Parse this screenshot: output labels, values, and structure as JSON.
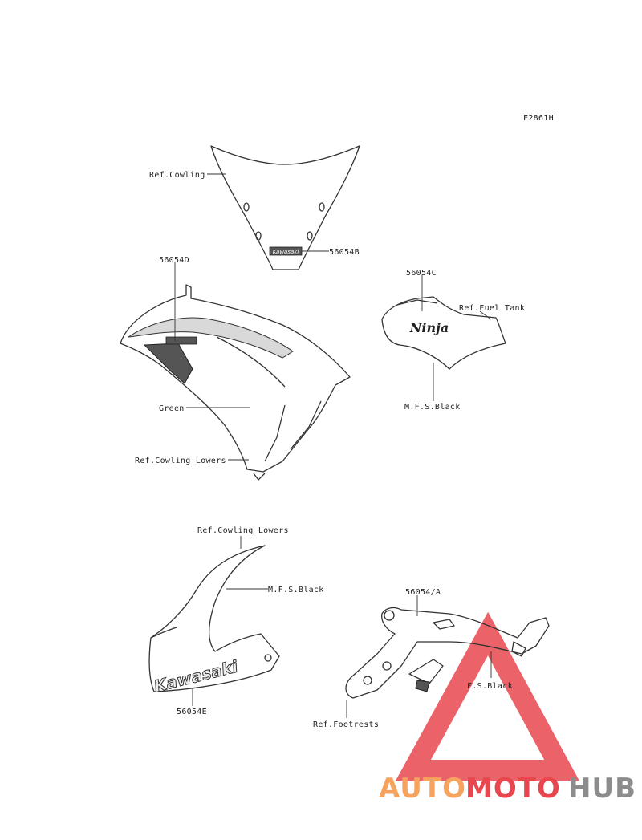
{
  "figure_code": "F2861H",
  "labels": {
    "ref_cowling": "Ref.Cowling",
    "part_56054B": "56054B",
    "part_56054D": "56054D",
    "part_56054C": "56054C",
    "ref_fuel_tank": "Ref.Fuel Tank",
    "mfs_black_tank": "M.F.S.Black",
    "green": "Green",
    "ref_cowling_lowers_1": "Ref.Cowling Lowers",
    "ref_cowling_lowers_2": "Ref.Cowling Lowers",
    "mfs_black_lower": "M.F.S.Black",
    "part_56054E": "56054E",
    "part_56054A": "56054/A",
    "fs_black": "F.S.Black",
    "ref_footrests": "Ref.Footrests"
  },
  "decals": {
    "windscreen": "Kawasaki",
    "tank": "Ninja",
    "lower_cowl": "Kawasaki"
  },
  "watermark": {
    "part1": "AUTO",
    "part2": "MOTO",
    "part3": "HUB",
    "color1": "#f5a35f",
    "color2": "#e8474f",
    "color3": "#8c8c8c"
  }
}
